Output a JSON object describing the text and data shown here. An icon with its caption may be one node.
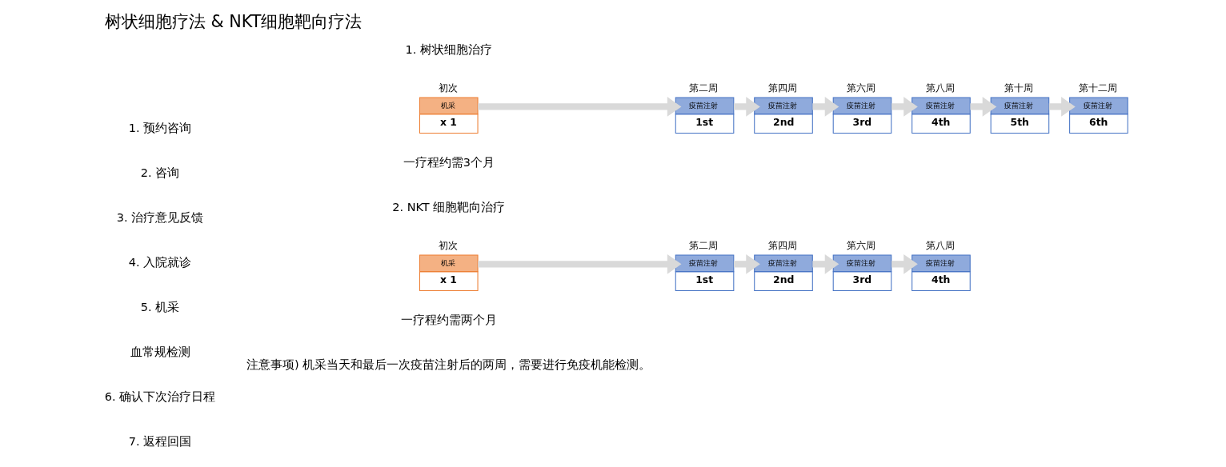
{
  "diagram": {
    "title": "树状细胞疗法 & NKT细胞靶向疗法",
    "nodes": [
      {
        "text": [
          "机采",
          "x 1"
        ],
        "beside": [
          "初次"
        ]
      },
      {
        "text": [
          "疫苗注射",
          "1st"
        ],
        "beside": [
          "第二周"
        ]
      },
      {
        "text": [
          "疫苗注射",
          "2nd"
        ],
        "beside": [
          "第四周"
        ]
      },
      {
        "text": [
          "疫苗注射",
          "3rd"
        ],
        "beside": [
          "第六周"
        ]
      },
      {
        "text": [
          "疫苗注射",
          "4th"
        ],
        "beside": [
          "第八周"
        ]
      },
      {
        "text": [
          "疫苗注射",
          "5th"
        ],
        "beside": [
          "第十周"
        ]
      },
      {
        "text": [
          "疫苗注射",
          "6th"
        ],
        "beside": [
          "第十二周"
        ]
      },
      {
        "text": [
          "机采",
          "x 1"
        ],
        "beside": [
          "初次"
        ]
      },
      {
        "text": [
          "疫苗注射",
          "1st"
        ],
        "beside": [
          "第二周"
        ]
      },
      {
        "text": [
          "疫苗注射",
          "2nd"
        ],
        "beside": [
          "第四周"
        ]
      },
      {
        "text": [
          "疫苗注射",
          "3rd"
        ],
        "beside": [
          "第六周"
        ]
      },
      {
        "text": [
          "疫苗注射",
          "4th"
        ],
        "beside": [
          "第八周"
        ]
      }
    ],
    "edges": [
      {
        "from": 0,
        "to": 1,
        "arrow": "to"
      },
      {
        "from": 1,
        "to": 2,
        "arrow": "to"
      },
      {
        "from": 2,
        "to": 3,
        "arrow": "to"
      },
      {
        "from": 3,
        "to": 4,
        "arrow": "to"
      },
      {
        "from": 4,
        "to": 5,
        "arrow": "to"
      },
      {
        "from": 5,
        "to": 6,
        "arrow": "to"
      },
      {
        "from": 7,
        "to": 8,
        "arrow": "to"
      },
      {
        "from": 8,
        "to": 9,
        "arrow": "to"
      },
      {
        "from": 9,
        "to": 10,
        "arrow": "to"
      },
      {
        "from": 10,
        "to": 11,
        "arrow": "to"
      }
    ],
    "labels": [
      "1. 预约咨询",
      "2. 咨询",
      "3. 治疗意见反馈",
      "4. 入院就诊",
      "5. 机采",
      "血常规检测",
      "6. 确认下次治疗日程",
      "7. 返程回国",
      "1. 树状细胞治疗",
      "一疗程约需3个月",
      "2. NKT 细胞靶向治疗",
      "一疗程约需两个月",
      "注意事项) 机采当天和最后一次疫苗注射后的两周，需要进行免疫机能检测。"
    ]
  }
}
